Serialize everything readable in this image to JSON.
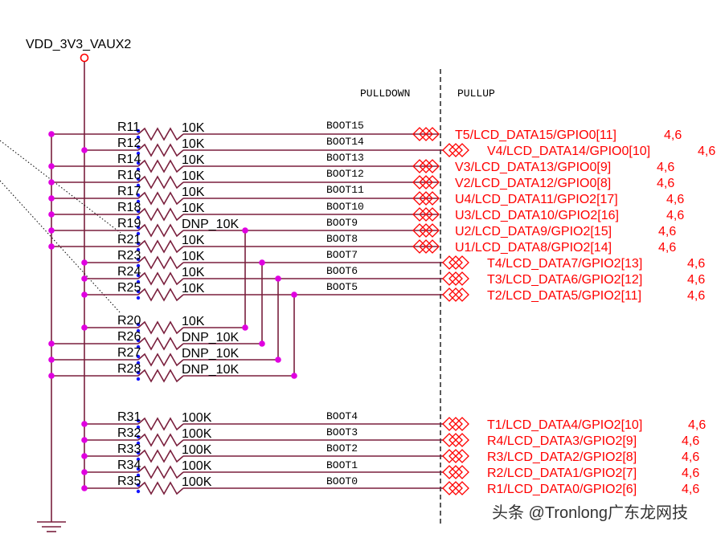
{
  "supply": {
    "name": "VDD_3V3_VAUX2"
  },
  "headers": {
    "pulldown": "PULLDOWN",
    "pullup": "PULLUP"
  },
  "colors": {
    "wire": "#7a1f3d",
    "junction": "#e000e0",
    "pin": "#1515ff",
    "port": "#ff0000",
    "label": "#000000"
  },
  "rows": [
    {
      "ref": "R11",
      "value": "10K",
      "net": "BOOT15",
      "port": "T5/LCD_DATA15/GPIO0[11]",
      "page": "4,6"
    },
    {
      "ref": "R12",
      "value": "10K",
      "net": "BOOT14",
      "port": "V4/LCD_DATA14/GPIO0[10]",
      "page": "4,6"
    },
    {
      "ref": "R14",
      "value": "10K",
      "net": "BOOT13",
      "port": "V3/LCD_DATA13/GPIO0[9]",
      "page": "4,6"
    },
    {
      "ref": "R16",
      "value": "10K",
      "net": "BOOT12",
      "port": "V2/LCD_DATA12/GPIO0[8]",
      "page": "4,6"
    },
    {
      "ref": "R17",
      "value": "10K",
      "net": "BOOT11",
      "port": "U4/LCD_DATA11/GPIO2[17]",
      "page": "4,6"
    },
    {
      "ref": "R18",
      "value": "10K",
      "net": "BOOT10",
      "port": "U3/LCD_DATA10/GPIO2[16]",
      "page": "4,6"
    },
    {
      "ref": "R19",
      "value": "DNP_10K",
      "net": "BOOT9",
      "port": "U2/LCD_DATA9/GPIO2[15]",
      "page": "4,6"
    },
    {
      "ref": "R21",
      "value": "10K",
      "net": "BOOT8",
      "port": "U1/LCD_DATA8/GPIO2[14]",
      "page": "4,6"
    },
    {
      "ref": "R23",
      "value": "10K",
      "net": "BOOT7",
      "port": "T4/LCD_DATA7/GPIO2[13]",
      "page": "4,6"
    },
    {
      "ref": "R24",
      "value": "10K",
      "net": "BOOT6",
      "port": "T3/LCD_DATA6/GPIO2[12]",
      "page": "4,6"
    },
    {
      "ref": "R25",
      "value": "10K",
      "net": "BOOT5",
      "port": "T2/LCD_DATA5/GPIO2[11]",
      "page": "4,6"
    },
    {
      "ref": "R20",
      "value": "10K",
      "net": "",
      "port": "",
      "page": ""
    },
    {
      "ref": "R26",
      "value": "DNP_10K",
      "net": "",
      "port": "",
      "page": ""
    },
    {
      "ref": "R27",
      "value": "DNP_10K",
      "net": "",
      "port": "",
      "page": ""
    },
    {
      "ref": "R28",
      "value": "DNP_10K",
      "net": "",
      "port": "",
      "page": ""
    },
    {
      "ref": "R31",
      "value": "100K",
      "net": "BOOT4",
      "port": "T1/LCD_DATA4/GPIO2[10]",
      "page": "4,6"
    },
    {
      "ref": "R32",
      "value": "100K",
      "net": "BOOT3",
      "port": "R4/LCD_DATA3/GPIO2[9]",
      "page": "4,6"
    },
    {
      "ref": "R33",
      "value": "100K",
      "net": "BOOT2",
      "port": "R3/LCD_DATA2/GPIO2[8]",
      "page": "4,6"
    },
    {
      "ref": "R34",
      "value": "100K",
      "net": "BOOT1",
      "port": "R2/LCD_DATA1/GPIO2[7]",
      "page": "4,6"
    },
    {
      "ref": "R35",
      "value": "100K",
      "net": "BOOT0",
      "port": "R1/LCD_DATA0/GPIO2[6]",
      "page": "4,6"
    }
  ],
  "watermark": "头条 @Tronlong广东龙网技"
}
